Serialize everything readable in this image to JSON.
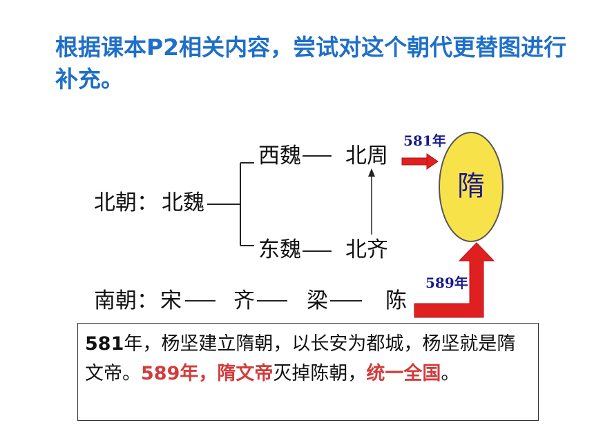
{
  "title": "根据课本P2相关内容，尝试对这个朝代更替图进行补充。",
  "diagram": {
    "north_label": "北朝：",
    "bei_wei": "北魏",
    "xi_wei": "西魏",
    "bei_zhou": "北周",
    "dong_wei": "东魏",
    "bei_qi": "北齐",
    "south_label": "南朝：",
    "south_song": "宋",
    "south_qi": "齐",
    "south_liang": "梁",
    "south_chen": "陈",
    "sui": "隋",
    "year_581": "581年",
    "year_589": "589年"
  },
  "colors": {
    "title": "#1f6fc8",
    "arrow_red": "#e02020",
    "sui_fill": "#f7e24a",
    "sui_text": "#1a1a8c",
    "highlight_red": "#d33b3b"
  },
  "description": {
    "p1_year": "581",
    "p1_text": "年，杨坚建立隋朝，以长安为都城，杨坚就是隋文帝。",
    "p2_year": "589年，",
    "p2_emperor": "隋文帝",
    "p2_text": "灭掉陈朝，",
    "p2_unify": "统一全国",
    "p2_end": "。"
  }
}
